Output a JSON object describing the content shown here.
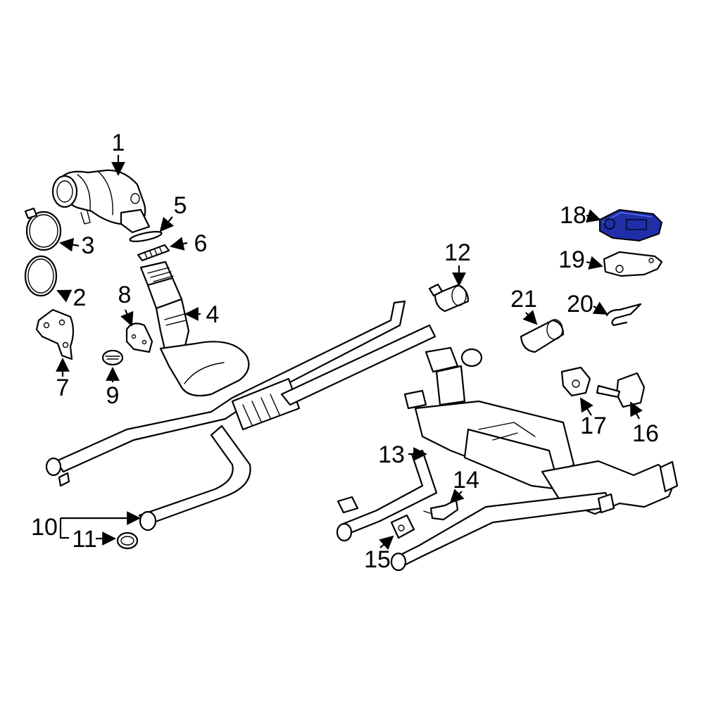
{
  "colors": {
    "line": "#000000",
    "background": "#ffffff",
    "highlight": "#1e2fa8"
  },
  "callouts": {
    "c1": "1",
    "c2": "2",
    "c3": "3",
    "c4": "4",
    "c5": "5",
    "c6": "6",
    "c7": "7",
    "c8": "8",
    "c9": "9",
    "c10": "10",
    "c11": "11",
    "c12": "12",
    "c13": "13",
    "c14": "14",
    "c15": "15",
    "c16": "16",
    "c17": "17",
    "c18": "18",
    "c19": "19",
    "c20": "20",
    "c21": "21"
  },
  "highlighted_callout": "18"
}
